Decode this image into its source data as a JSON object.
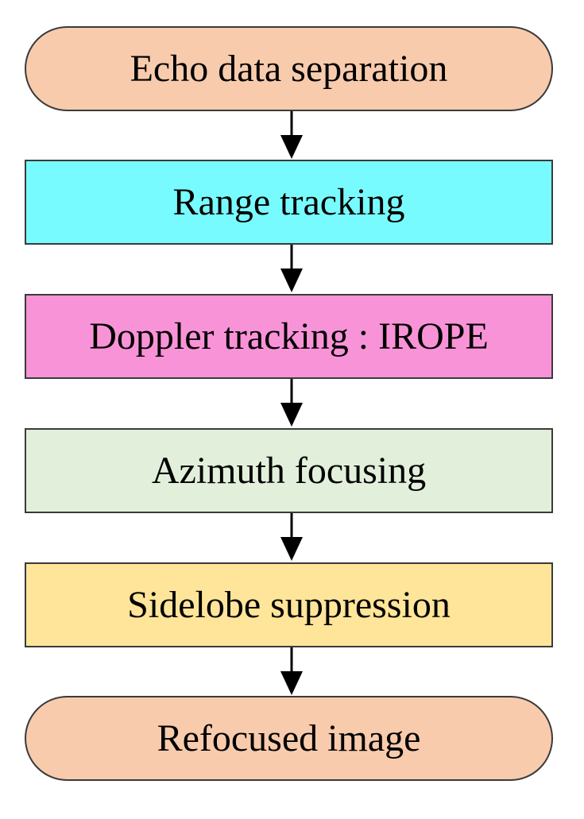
{
  "steps": [
    {
      "label": "Echo data separation",
      "color": "#f8cbad"
    },
    {
      "label": "Range tracking",
      "color": "#78fbff"
    },
    {
      "label": "Doppler tracking : IROPE",
      "color": "#f993d7"
    },
    {
      "label": "Azimuth focusing",
      "color": "#e2efda"
    },
    {
      "label": "Sidelobe suppression",
      "color": "#ffe599"
    },
    {
      "label": "Refocused image",
      "color": "#f8cbad"
    }
  ],
  "connector_color": "#000000"
}
